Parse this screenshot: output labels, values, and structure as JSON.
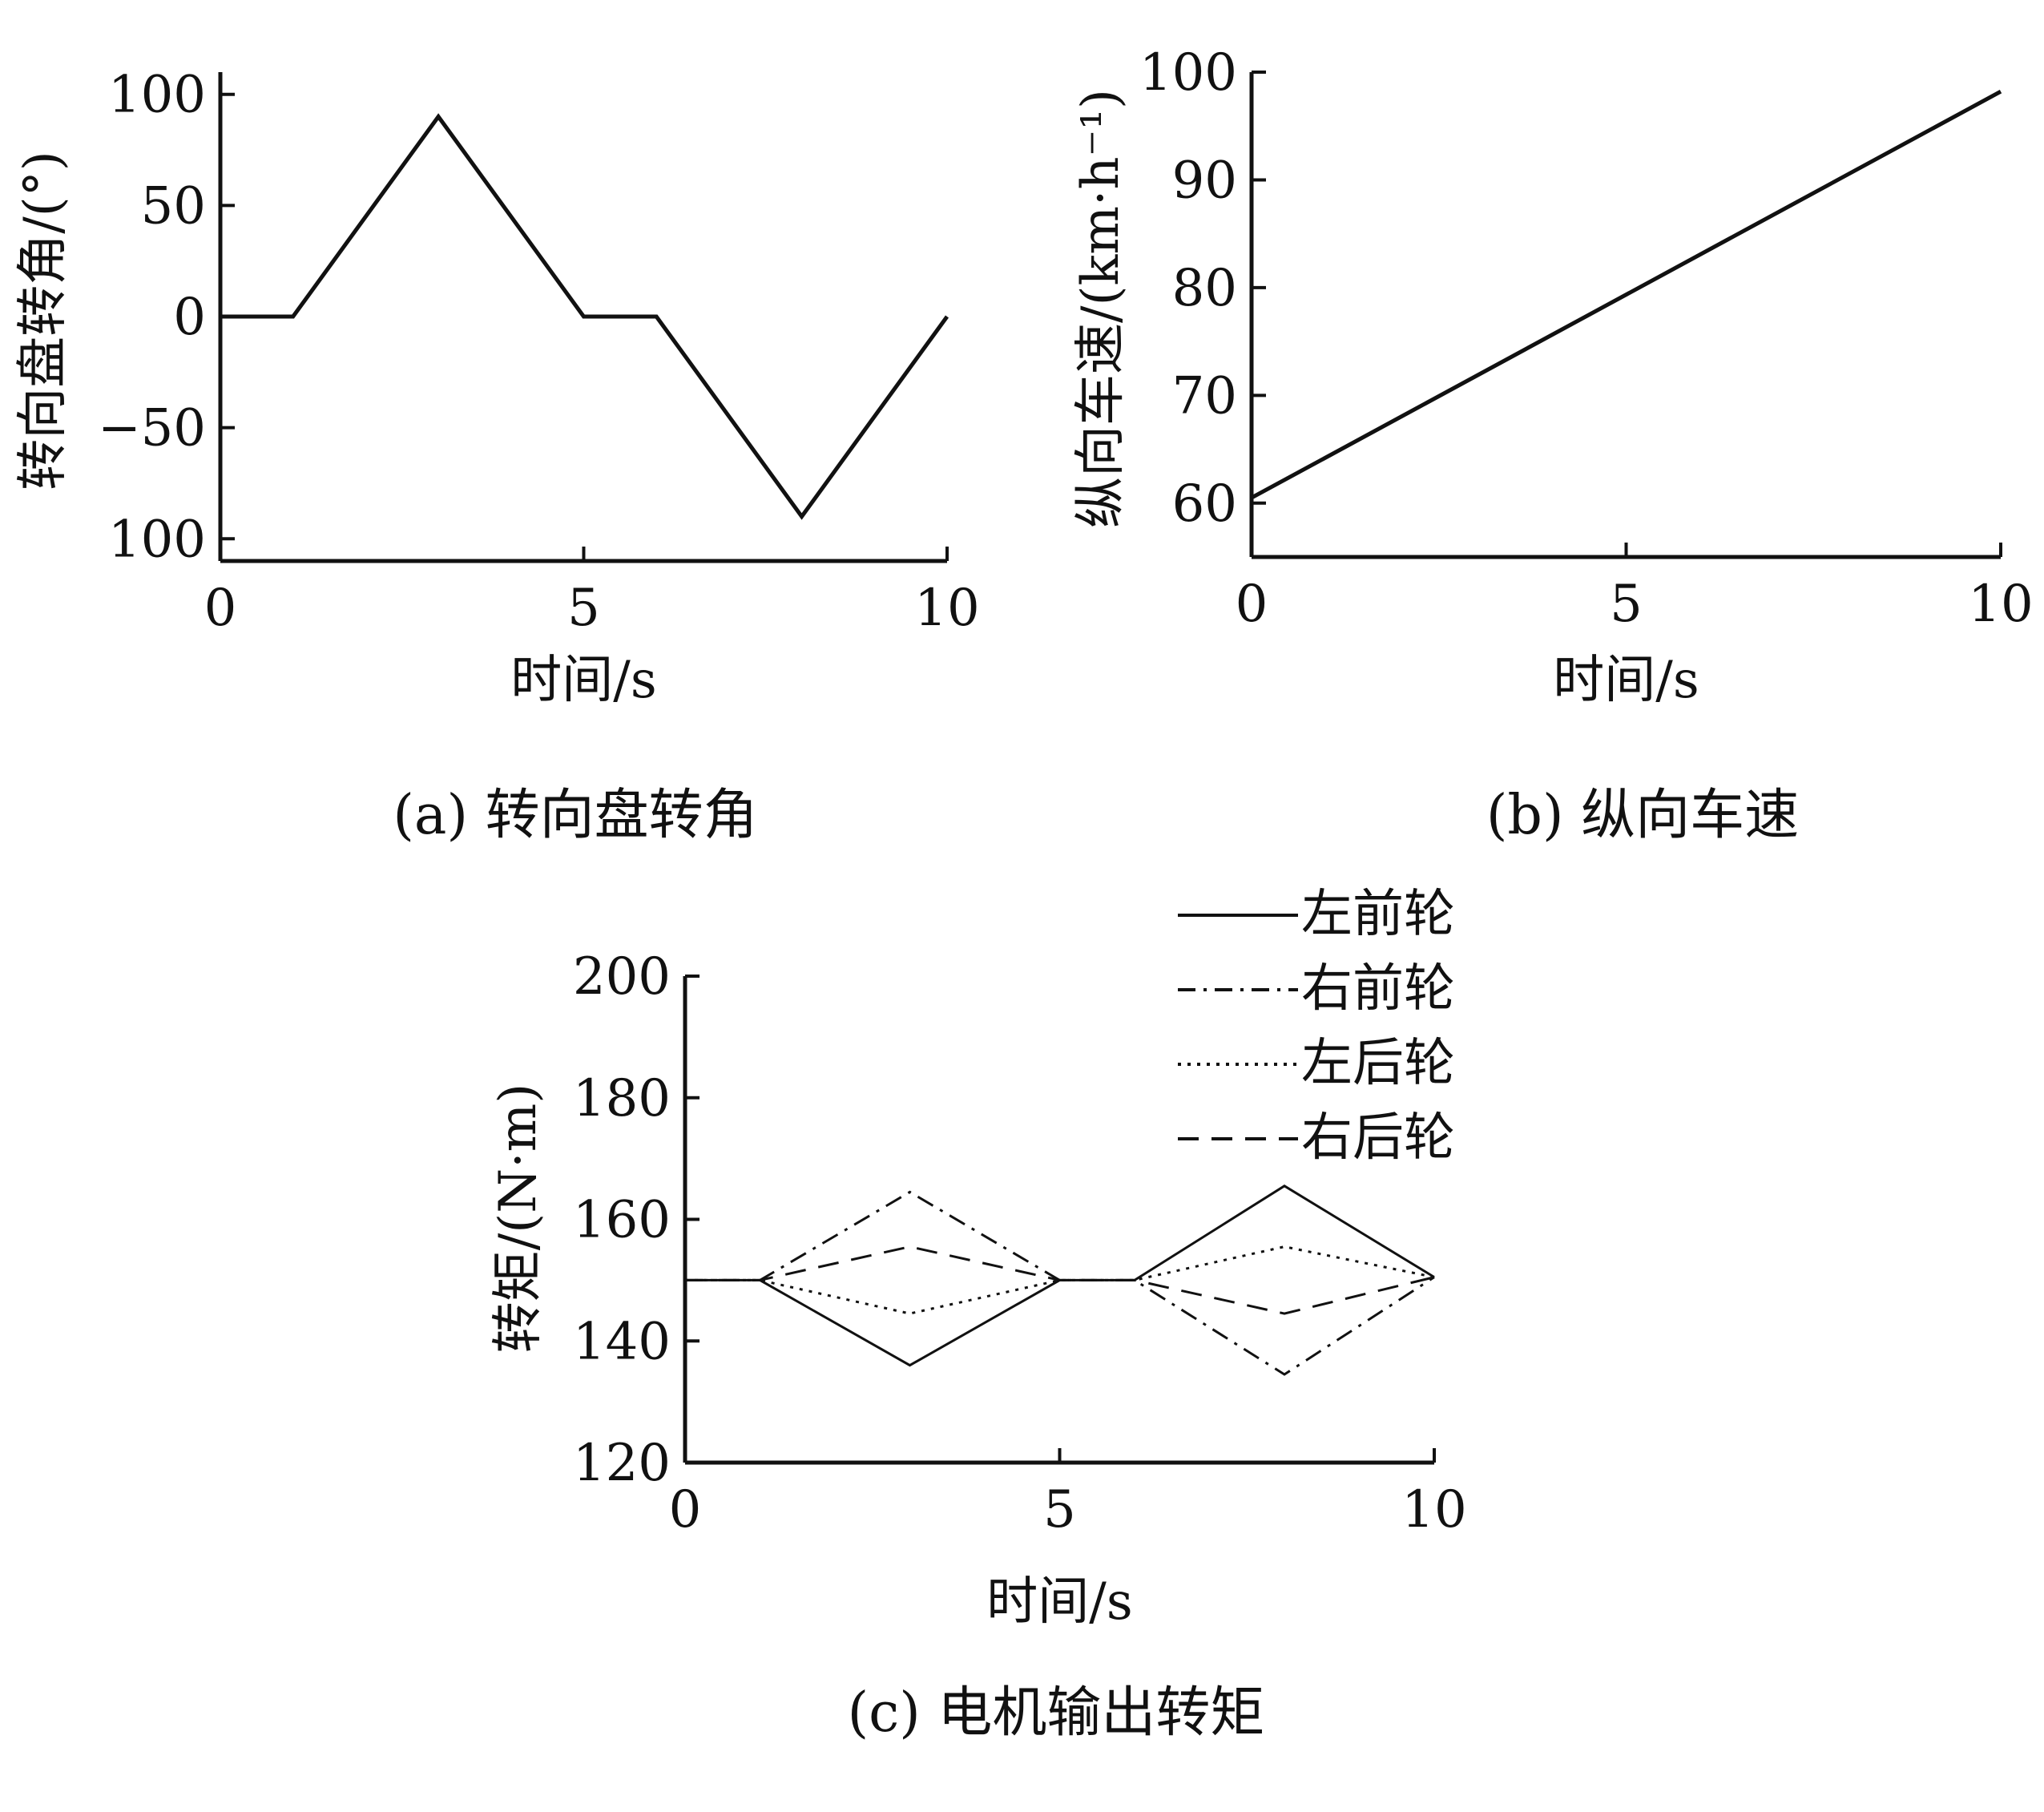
{
  "figure": {
    "captions": {
      "a": "(a) 转向盘转角",
      "b": "(b) 纵向车速",
      "c": "(c) 电机输出转矩"
    }
  },
  "colors": {
    "ink": "#111111",
    "background": "#ffffff"
  },
  "chart_data": [
    {
      "id": "a",
      "type": "line",
      "title": "",
      "xlabel": "时间/s",
      "ylabel": "转向盘转角/(°)",
      "xlim": [
        0,
        10
      ],
      "ylim": [
        -110,
        110
      ],
      "xticks": [
        0,
        5,
        10
      ],
      "xtick_labels": [
        "0",
        "5",
        "10"
      ],
      "yticks": [
        100,
        50,
        0,
        -50,
        -100
      ],
      "ytick_labels": [
        "100",
        "50",
        "0",
        "−50",
        "100"
      ],
      "grid": false,
      "series": [
        {
          "style": "solid",
          "x": [
            0,
            1,
            3,
            5,
            6,
            8,
            10
          ],
          "y": [
            0,
            0,
            90,
            0,
            0,
            -90,
            0
          ]
        }
      ]
    },
    {
      "id": "b",
      "type": "line",
      "title": "",
      "xlabel": "时间/s",
      "ylabel": "纵向车速/(km·h⁻¹)",
      "xlim": [
        0,
        10
      ],
      "ylim": [
        55,
        100
      ],
      "xticks": [
        0,
        5,
        10
      ],
      "xtick_labels": [
        "0",
        "5",
        "10"
      ],
      "yticks": [
        100,
        90,
        80,
        70,
        60
      ],
      "ytick_labels": [
        "100",
        "90",
        "80",
        "70",
        "60"
      ],
      "grid": false,
      "series": [
        {
          "style": "solid",
          "x": [
            0,
            10
          ],
          "y": [
            60.5,
            98.2
          ]
        }
      ]
    },
    {
      "id": "c",
      "type": "line",
      "title": "",
      "xlabel": "时间/s",
      "ylabel": "转矩/(N·m)",
      "xlim": [
        0,
        10
      ],
      "ylim": [
        120,
        200
      ],
      "xticks": [
        0,
        5,
        10
      ],
      "xtick_labels": [
        "0",
        "5",
        "10"
      ],
      "yticks": [
        200,
        180,
        160,
        140,
        120
      ],
      "ytick_labels": [
        "200",
        "180",
        "160",
        "140",
        "120"
      ],
      "grid": false,
      "legend": "top-right",
      "series": [
        {
          "name": "左前轮",
          "style": "solid",
          "x": [
            0,
            1,
            3,
            5,
            6,
            8,
            10
          ],
          "y": [
            150,
            150,
            136,
            150,
            150,
            165.5,
            150.5
          ]
        },
        {
          "name": "右前轮",
          "style": "dashdot",
          "x": [
            0,
            1,
            3,
            5,
            6,
            8,
            10
          ],
          "y": [
            150,
            150,
            164.5,
            150,
            150,
            134.5,
            150.5
          ]
        },
        {
          "name": "左后轮",
          "style": "dotted",
          "x": [
            0,
            1,
            3,
            5,
            6,
            8,
            10
          ],
          "y": [
            150,
            150,
            144.5,
            150,
            150,
            155.5,
            150.5
          ]
        },
        {
          "name": "右后轮",
          "style": "dashed",
          "x": [
            0,
            1,
            3,
            5,
            6,
            8,
            10
          ],
          "y": [
            150,
            150,
            155.5,
            150,
            150,
            144.5,
            150.5
          ]
        }
      ]
    }
  ]
}
